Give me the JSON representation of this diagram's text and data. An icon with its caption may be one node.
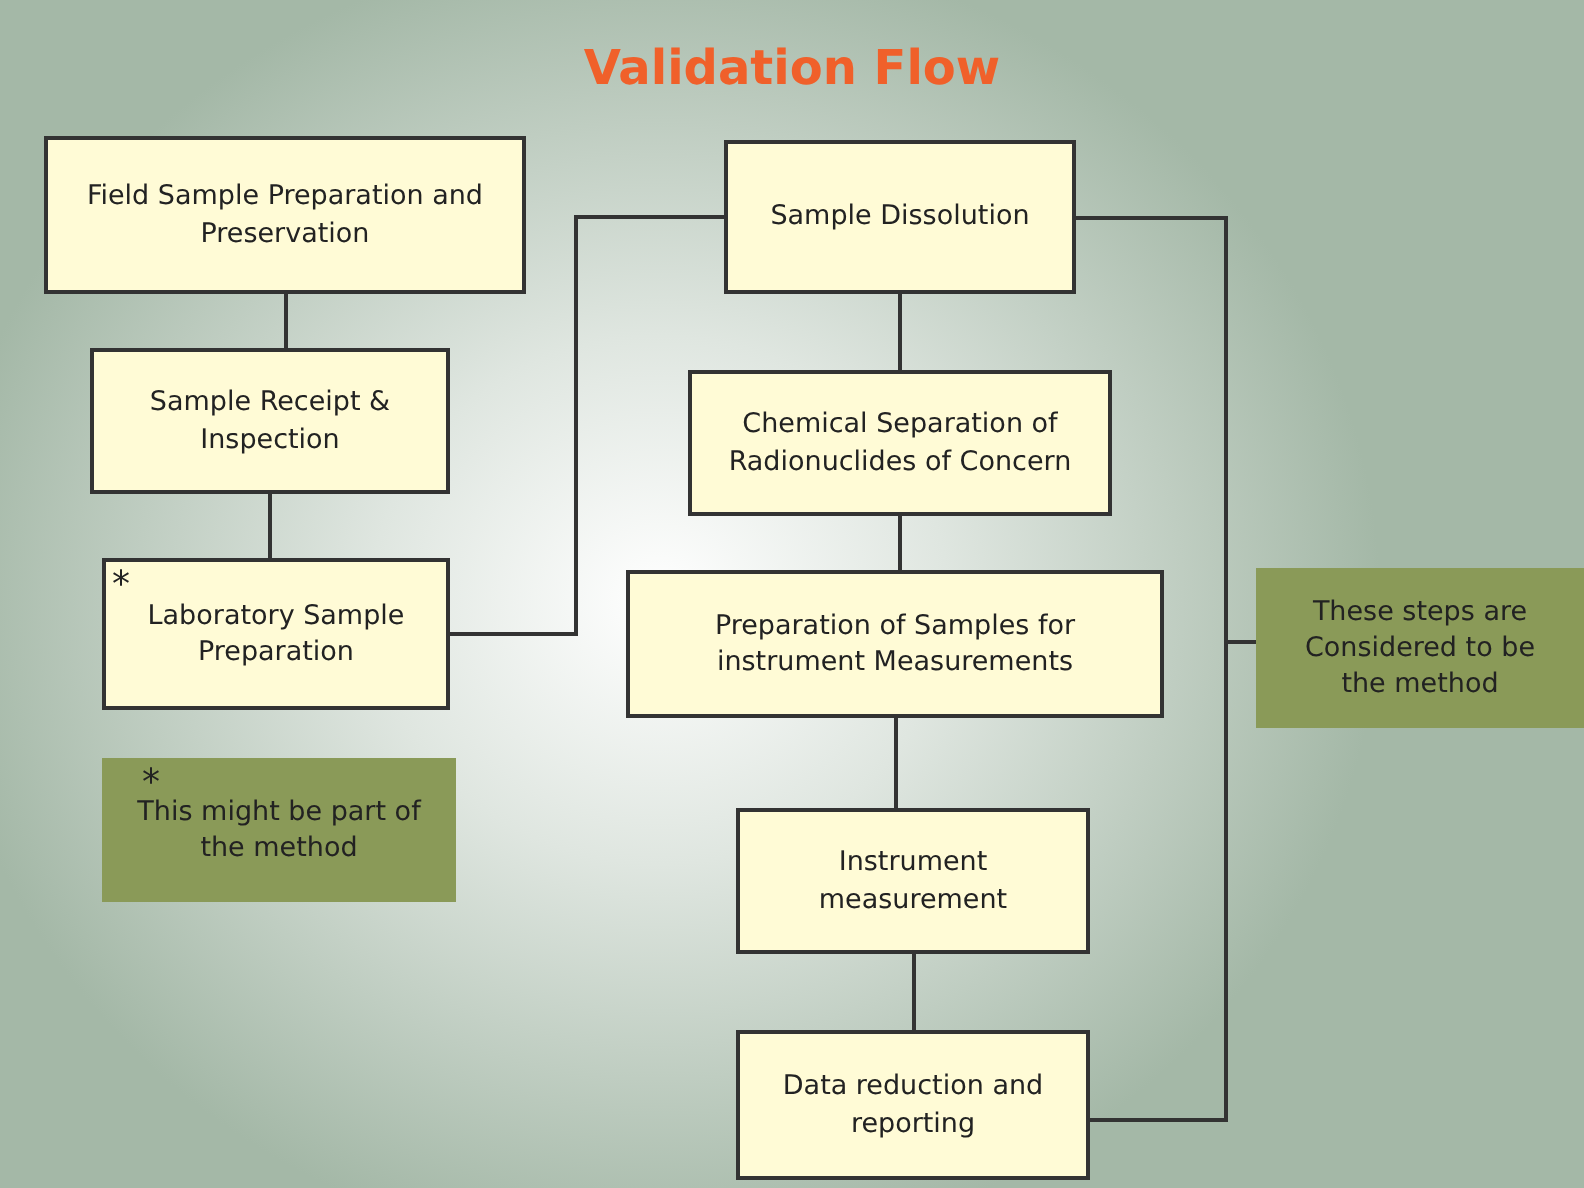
{
  "diagram": {
    "title": "Validation Flow",
    "nodes": [
      {
        "text": [
          "Field Sample Preparation and Preservation"
        ]
      },
      {
        "text": [
          "Sample Receipt & Inspection"
        ]
      },
      {
        "text": [
          "*",
          "Laboratory Sample Preparation"
        ]
      },
      {
        "text": [
          "Sample Dissolution"
        ]
      },
      {
        "text": [
          "Chemical Separation of Radionuclides of Concern"
        ]
      },
      {
        "text": [
          "Preparation of Samples for instrument Measurements"
        ]
      },
      {
        "text": [
          "Instrument measurement"
        ]
      },
      {
        "text": [
          "Data reduction and reporting"
        ]
      },
      {
        "text": [
          "*",
          "This might be part of the method"
        ]
      },
      {
        "text": [
          "These steps are Considered to be the method"
        ]
      }
    ],
    "edges": [
      {
        "from": 0,
        "to": 1,
        "arrow": "none"
      },
      {
        "from": 1,
        "to": 2,
        "arrow": "none"
      },
      {
        "from": 2,
        "to": 3,
        "arrow": "none"
      },
      {
        "from": 3,
        "to": 4,
        "arrow": "none"
      },
      {
        "from": 4,
        "to": 5,
        "arrow": "none"
      },
      {
        "from": 5,
        "to": 6,
        "arrow": "none"
      },
      {
        "from": 6,
        "to": 7,
        "arrow": "none"
      }
    ]
  }
}
